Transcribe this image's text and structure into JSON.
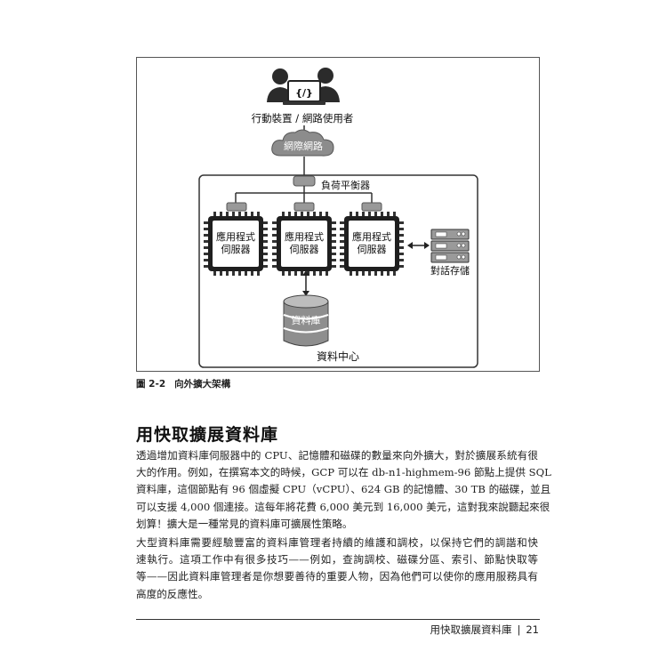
{
  "figure": {
    "users_label": "行動裝置 / 網路使用者",
    "code_glyph": "{/}",
    "cloud_label": "網際網路",
    "lb_label": "負荷平衡器",
    "servers": [
      {
        "line1": "應用程式",
        "line2": "伺服器"
      },
      {
        "line1": "應用程式",
        "line2": "伺服器"
      },
      {
        "line1": "應用程式",
        "line2": "伺服器"
      }
    ],
    "session_label": "對話存儲",
    "db_label": "資料庫",
    "dc_label": "資料中心",
    "caption_num": "圖 2-2",
    "caption_text": "向外擴大架構"
  },
  "section": {
    "title": "用快取擴展資料庫",
    "para1_lines": [
      "透過增加資料庫伺服器中的 CPU、記憶體和磁碟的數量來向外擴大，對於擴展系統有很",
      "大的作用。例如，在撰寫本文的時候，GCP 可以在 db-n1-highmem-96 節點上提供 SQL",
      "資料庫，這個節點有 96 個虛擬 CPU（vCPU）、624 GB 的記憶體、30 TB 的磁碟，並且",
      "可以支援 4,000 個連接。這每年將花費 6,000 美元到 16,000 美元，這對我來說聽起來很",
      "划算！擴大是一種常見的資料庫可擴展性策略。"
    ],
    "para2_lines": [
      "大型資料庫需要經驗豐富的資料庫管理者持續的維護和調校，以保持它們的調諧和快",
      "速執行。這項工作中有很多技巧——例如，查詢調校、磁碟分區、索引、節點快取等",
      "等——因此資料庫管理者是你想要善待的重要人物，因為他們可以使你的應用服務具有",
      "高度的反應性。"
    ]
  },
  "footer": {
    "chapter": "用快取擴展資料庫",
    "separator": "|",
    "page": "21"
  }
}
